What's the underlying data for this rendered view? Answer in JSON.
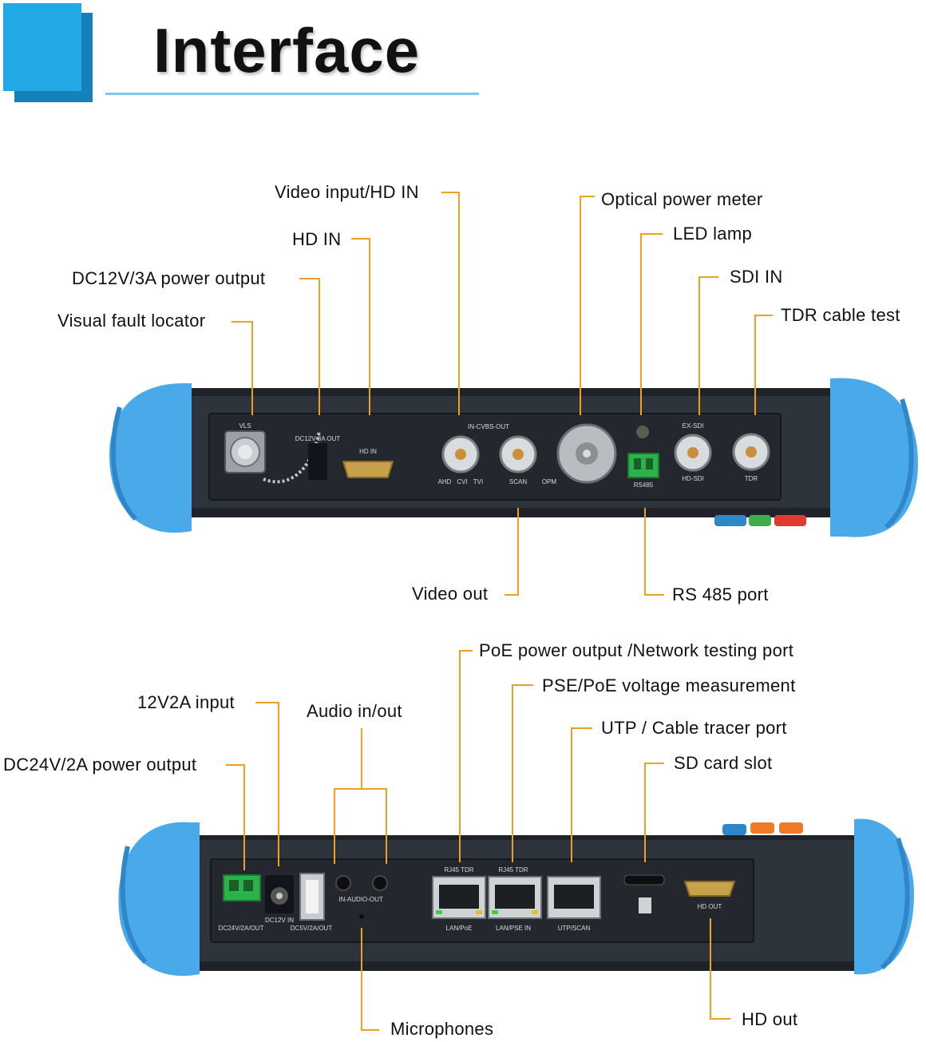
{
  "header": {
    "title": "Interface",
    "accent_color": "#23a8e6",
    "accent_dark": "#1382b8",
    "underline_color": "#7cc9f0"
  },
  "colors": {
    "leader_line": "#f0a020",
    "device_body": "#2b3038",
    "device_panel": "#23272d",
    "bumper": "#4aa9e8",
    "bumper_dark": "#2f86c8"
  },
  "top_panel": {
    "callouts": {
      "video_input_hd_in": "Video input/HD IN",
      "optical_power_meter": "Optical power meter",
      "hd_in": "HD IN",
      "led_lamp": "LED lamp",
      "dc12v_power_output": "DC12V/3A power output",
      "sdi_in": "SDI IN",
      "visual_fault_locator": "Visual fault locator",
      "tdr_cable_test": "TDR cable test",
      "video_out": "Video out",
      "rs485_port": "RS 485 port"
    },
    "port_labels": {
      "vls": "VLS",
      "dc12v": "DC12V 3A OUT",
      "hd_in": "HD IN",
      "in_cvbs_out": "IN-CVBS-OUT",
      "ahd": "AHD",
      "cvi": "CVI",
      "tvi": "TVI",
      "scan": "SCAN",
      "opm": "OPM",
      "rs485": "RS485",
      "ex_sdi": "EX-SDI",
      "hd_sdi": "HD-SDI",
      "tdr": "TDR"
    }
  },
  "bottom_panel": {
    "callouts": {
      "poe_power_output": "PoE power output /Network testing port",
      "pse_poe_voltage": "PSE/PoE voltage measurement",
      "input_12v2a": "12V2A input",
      "audio_in_out": "Audio in/out",
      "utp_cable_tracer": "UTP / Cable tracer port",
      "dc24v_power_output": "DC24V/2A power output",
      "sd_card_slot": "SD card slot",
      "microphones": "Microphones",
      "hd_out": "HD out"
    },
    "port_labels": {
      "dc24v": "DC24V/2A/OUT",
      "dc12v_in": "DC12V IN",
      "dc5v": "DC5V/2A/OUT",
      "in_audio_out": "IN-AUDIO-OUT",
      "rj45_tdr_1": "RJ45 TDR",
      "rj45_tdr_2": "RJ45 TDR",
      "lan_poe": "LAN/PoE",
      "lan_pse_in": "LAN/PSE IN",
      "utp_scan": "UTP/SCAN",
      "hd_out": "HD OUT"
    }
  }
}
